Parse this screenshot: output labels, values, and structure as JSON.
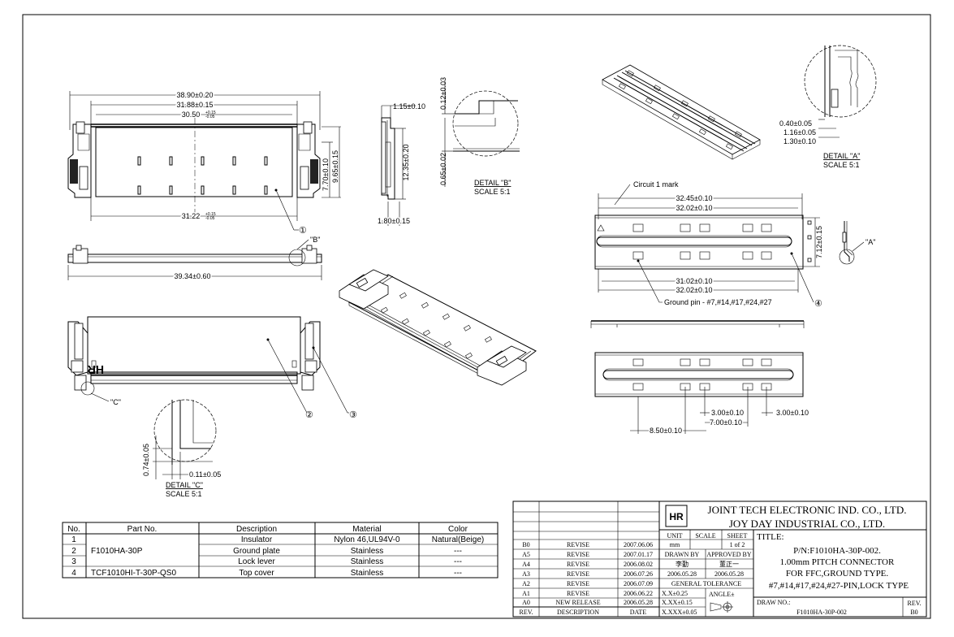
{
  "dimensions": {
    "top_view": {
      "d1": "38.90±0.20",
      "d2": "31.88±0.15",
      "d3": "30.50",
      "d3_tol_upper": "+0.15",
      "d3_tol_lower": "-0.05",
      "d4": "31.22",
      "d4_tol_upper": "+0.15",
      "d4_tol_lower": "-0.05",
      "d5": "7.70±0.10",
      "d6": "9.65±0.15",
      "callout1": "①"
    },
    "side_view": {
      "d1": "1.15±0.10",
      "d2": "12.35±0.20",
      "d3": "1.80±0.15"
    },
    "detail_b": {
      "d1": "0.12±0.03",
      "d2": "0.65±0.02",
      "label": "DETAIL \"B\"",
      "scale": "SCALE 5:1"
    },
    "front_view": {
      "d1": "39.34±0.60",
      "ref_b": "\"B\""
    },
    "bottom_view": {
      "brand": "HR",
      "ref_c": "\"C\"",
      "callout2": "②",
      "callout3": "③"
    },
    "detail_c": {
      "d1": "0.74±0.05",
      "d2": "0.11±0.05",
      "label": "DETAIL \"C\"",
      "scale": "SCALE 5:1"
    },
    "cover_view": {
      "circuit_mark": "Circuit 1 mark",
      "d1": "32.45±0.10",
      "d2": "32.02±0.10",
      "d3": "7.12±0.15",
      "d4": "31.02±0.10",
      "d5": "32.02±0.10",
      "ground_pin": "Ground pin - #7,#14,#17,#24,#27",
      "callout4": "④",
      "ref_a": "\"A\""
    },
    "detail_a": {
      "d1": "0.40±0.05",
      "d2": "1.16±0.05",
      "d3": "1.30±0.10",
      "label": "DETAIL \"A\"",
      "scale": "SCALE 5:1"
    },
    "cover_bottom": {
      "d1": "3.00±0.10",
      "d2": "3.00±0.10",
      "d3": "7.00±0.10",
      "d4": "8.50±0.10"
    }
  },
  "parts_table": {
    "headers": [
      "No.",
      "Part No.",
      "Description",
      "Material",
      "Color"
    ],
    "rows": [
      [
        "1",
        "",
        "Insulator",
        "Nylon 46,UL94V-0",
        "Natural(Beige)"
      ],
      [
        "2",
        "F1010HA-30P",
        "Ground plate",
        "Stainless",
        "---"
      ],
      [
        "3",
        "",
        "Lock lever",
        "Stainless",
        "---"
      ],
      [
        "4",
        "TCF1010HI-T-30P-QS0",
        "Top cover",
        "Stainless",
        "---"
      ]
    ]
  },
  "title_block": {
    "company1": "JOINT TECH ELECTRONIC IND. CO., LTD.",
    "company2": "JOY DAY INDUSTRIAL CO., LTD.",
    "logo": "HR",
    "unit_label": "UNIT",
    "scale_label": "SCALE",
    "sheet_label": "SHEET",
    "title_label": "TITLE:",
    "unit": "mm",
    "sheet": "1 of 2",
    "drawn_by_label": "DRAWN BY",
    "approved_by_label": "APPROVED BY",
    "drawn_by": "李勤",
    "approved_by": "董正一",
    "drawn_date": "2006.05.28",
    "approved_date": "2006.05.28",
    "general_tolerance": "GENERAL TOLERANCE",
    "tol1": "X.X±0.25",
    "tol2": "X.XX±0.15",
    "tol3": "X.XXX±0.05",
    "angle": "ANGLE±",
    "title_lines": [
      "P/N:F1010HA-30P-002.",
      "1.00mm PITCH CONNECTOR",
      "FOR FFC,GROUND TYPE.",
      "#7,#14,#17,#24,#27-PIN,LOCK TYPE"
    ],
    "drawing_no_label": "DRAW NO.:",
    "drawing_no": "F1010HA-30P-002",
    "rev_label": "REV.",
    "rev": "B0",
    "revisions": [
      {
        "rev": "B0",
        "desc": "REVISE",
        "date": "2007.06.06"
      },
      {
        "rev": "A5",
        "desc": "REVISE",
        "date": "2007.01.17"
      },
      {
        "rev": "A4",
        "desc": "REVISE",
        "date": "2006.08.02"
      },
      {
        "rev": "A3",
        "desc": "REVISE",
        "date": "2006.07.26"
      },
      {
        "rev": "A2",
        "desc": "REVISE",
        "date": "2006.07.09"
      },
      {
        "rev": "A1",
        "desc": "REVISE",
        "date": "2006.06.22"
      },
      {
        "rev": "A0",
        "desc": "NEW RELEASE",
        "date": "2006.05.28"
      }
    ],
    "rev_header": "REV.",
    "desc_header": "DESCRIPTION",
    "date_header": "DATE"
  }
}
